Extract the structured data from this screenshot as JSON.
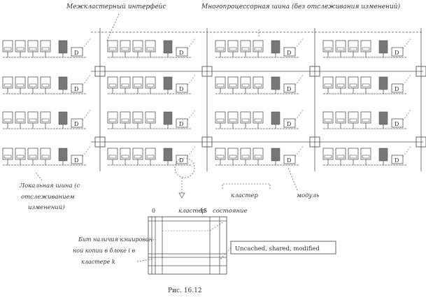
{
  "labels": {
    "interconnect": "Межкластерный интерфейс",
    "multiprocessor_bus": "Многопроцессорная шина (без отслеживания изменений)",
    "local_bus_line1": "Локальная шина (с",
    "local_bus_line2": "отслеживанием",
    "local_bus_line3": "изменений)",
    "cluster": "кластер",
    "module": "модуль",
    "directory_cluster": "кластер",
    "directory_state": "состояние",
    "directory_index_left": "0",
    "directory_index_right": "15",
    "presence_line1": "Бит наличия кэширован-",
    "presence_line2": "ной копии в блоке i в",
    "presence_line3": "кластере k",
    "state_box": "Uncached, shared, modified",
    "caption": "Рис. 16.12"
  },
  "module": {
    "d_label": "D"
  },
  "colors": {
    "line": "#555555",
    "module_fill": "#777777",
    "text": "#333333"
  }
}
